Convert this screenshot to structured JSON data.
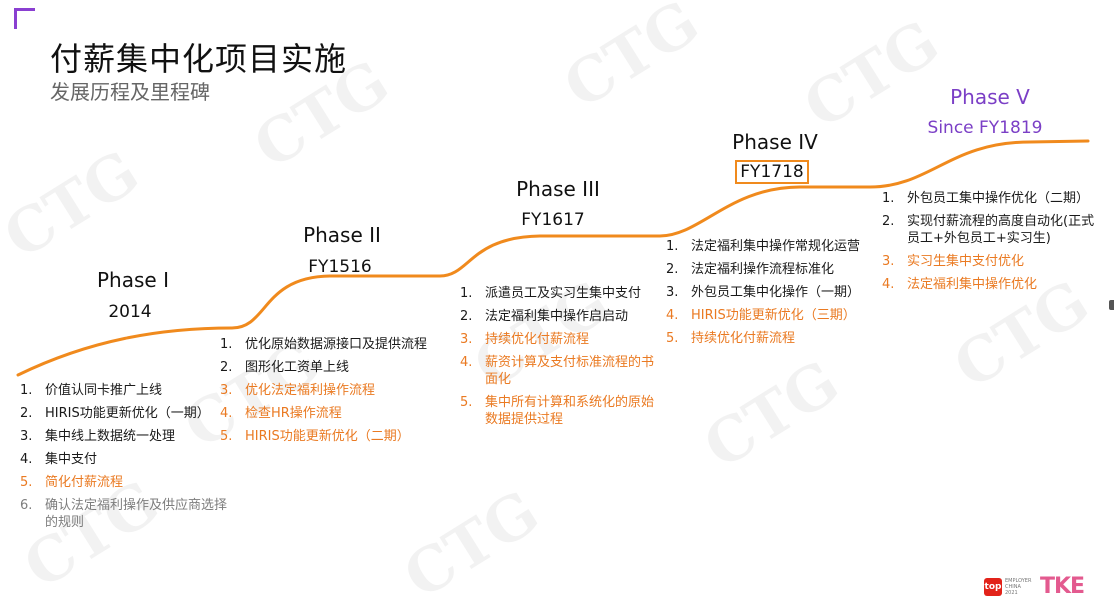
{
  "title": "付薪集中化项目实施",
  "subtitle": "发展历程及里程碑",
  "watermark_text": "CTG",
  "colors": {
    "curve": "#f08a1d",
    "accent_purple": "#7b3fc6",
    "item_black": "#1a1a1a",
    "item_orange": "#ea7a22",
    "item_gray": "#7d7d7d"
  },
  "phases": [
    {
      "name": "Phase I",
      "date": "2014",
      "items": [
        {
          "num": "1.",
          "text": "价值认同卡推广上线",
          "color": "black"
        },
        {
          "num": "2.",
          "text": "HIRIS功能更新优化（一期）",
          "color": "black"
        },
        {
          "num": "3.",
          "text": "集中线上数据统一处理",
          "color": "black"
        },
        {
          "num": "4.",
          "text": "集中支付",
          "color": "black"
        },
        {
          "num": "5.",
          "text": "简化付薪流程",
          "color": "orange"
        },
        {
          "num": "6.",
          "text": "确认法定福利操作及供应商选择的规则",
          "color": "gray"
        }
      ]
    },
    {
      "name": "Phase II",
      "date": "FY1516",
      "items": [
        {
          "num": "1.",
          "text": "优化原始数据源接口及提供流程",
          "color": "black"
        },
        {
          "num": "2.",
          "text": "图形化工资单上线",
          "color": "black"
        },
        {
          "num": "3.",
          "text": "优化法定福利操作流程",
          "color": "orange"
        },
        {
          "num": "4.",
          "text": "检查HR操作流程",
          "color": "orange"
        },
        {
          "num": "5.",
          "text": "HIRIS功能更新优化（二期）",
          "color": "orange"
        }
      ]
    },
    {
      "name": "Phase III",
      "date": "FY1617",
      "items": [
        {
          "num": "1.",
          "text": "派遣员工及实习生集中支付",
          "color": "black"
        },
        {
          "num": "2.",
          "text": "法定福利集中操作启启动",
          "color": "black"
        },
        {
          "num": "3.",
          "text": "持续优化付薪流程",
          "color": "orange"
        },
        {
          "num": "4.",
          "text": "薪资计算及支付标准流程的书面化",
          "color": "orange"
        },
        {
          "num": "5.",
          "text": "集中所有计算和系统化的原始数据提供过程",
          "color": "orange"
        }
      ]
    },
    {
      "name": "Phase IV",
      "date": "FY1718",
      "date_boxed": true,
      "items": [
        {
          "num": "1.",
          "text": "法定福利集中操作常规化运营",
          "color": "black"
        },
        {
          "num": "2.",
          "text": "法定福利操作流程标准化",
          "color": "black"
        },
        {
          "num": "3.",
          "text": "外包员工集中化操作（一期）",
          "color": "black"
        },
        {
          "num": "4.",
          "text": "HIRIS功能更新优化（三期）",
          "color": "orange"
        },
        {
          "num": "5.",
          "text": "持续优化付薪流程",
          "color": "orange"
        }
      ]
    },
    {
      "name": "Phase V",
      "date": "Since FY1819",
      "items": [
        {
          "num": "1.",
          "text": "外包员工集中操作优化（二期）",
          "color": "black"
        },
        {
          "num": "2.",
          "text": "实现付薪流程的高度自动化(正式员工+外包员工+实习生)",
          "color": "black"
        },
        {
          "num": "3.",
          "text": "实习生集中支付优化",
          "color": "orange"
        },
        {
          "num": "4.",
          "text": "法定福利集中操作优化",
          "color": "orange"
        }
      ]
    }
  ],
  "logos": {
    "top_badge": "top",
    "top_caption": "EMPLOYER CHINA 2021",
    "brand": "TKE"
  }
}
